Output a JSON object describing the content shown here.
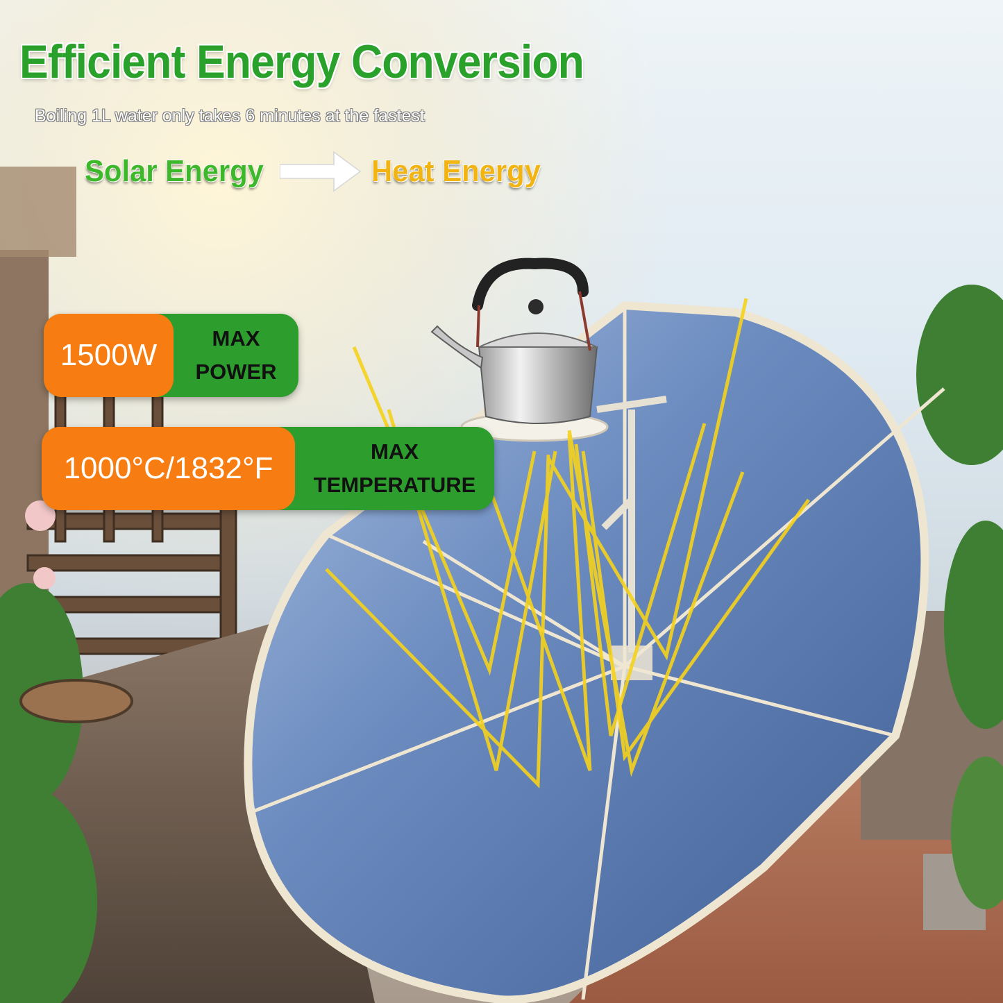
{
  "headline": {
    "title": "Efficient Energy Conversion",
    "subtitle": "Boiling 1L water only takes 6 minutes at the fastest"
  },
  "conversion": {
    "from": "Solar Energy",
    "to": "Heat Energy"
  },
  "specs": [
    {
      "value": "1500W",
      "label": "MAX POWER"
    },
    {
      "value": "1000°C/1832°F",
      "label": "MAX TEMPERATURE"
    }
  ],
  "colors": {
    "title_green": "#2aa12a",
    "solar_green": "#3cb82a",
    "heat_gold": "#f2b412",
    "badge_green": "#2d9e2d",
    "badge_orange": "#f77d12",
    "ray_yellow": "#f5d21c",
    "mirror_blue": "#5f7fb3"
  }
}
